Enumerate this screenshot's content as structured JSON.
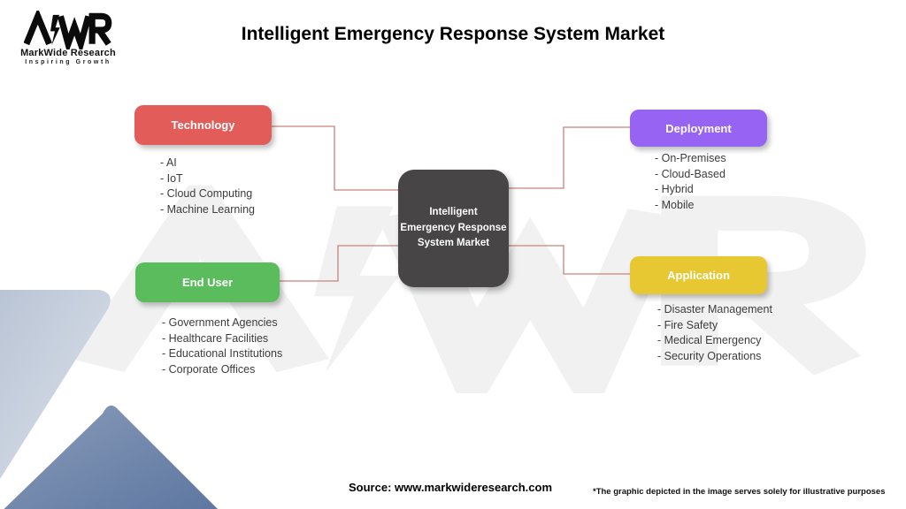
{
  "header": {
    "title": "Intelligent Emergency Response System Market",
    "logo": {
      "monogram": "MWR",
      "name": "MarkWide Research",
      "tagline": "Inspiring Growth"
    }
  },
  "diagram": {
    "center": {
      "label": "Intelligent Emergency Response System Market",
      "label_lines": [
        "Intelligent",
        "Emergency Response",
        "System Market"
      ],
      "color": "#474545",
      "text_color": "#ffffff"
    },
    "connector_color": "#C9827E",
    "branches": [
      {
        "id": "technology",
        "label": "Technology",
        "color": "#E25C5A",
        "items": [
          "- AI",
          "- IoT",
          "- Cloud Computing",
          "- Machine Learning"
        ]
      },
      {
        "id": "deployment",
        "label": "Deployment",
        "color": "#9763F3",
        "items": [
          "- On-Premises",
          "- Cloud-Based",
          "- Hybrid",
          "- Mobile"
        ]
      },
      {
        "id": "end-user",
        "label": "End User",
        "color": "#5BBC5D",
        "items": [
          "- Government Agencies",
          "- Healthcare Facilities",
          "- Educational Institutions",
          "- Corporate Offices"
        ]
      },
      {
        "id": "application",
        "label": "Application",
        "color": "#E7C832",
        "items": [
          "- Disaster Management",
          "- Fire Safety",
          "- Medical Emergency",
          "- Security Operations"
        ]
      }
    ]
  },
  "footer": {
    "source": "Source: www.markwideresearch.com",
    "disclaimer": "*The graphic depicted in the image serves solely for illustrative purposes"
  },
  "watermark_text": "MWR",
  "decor_colors": {
    "light_diamond": "#C6CFDC",
    "dark_diamond": "#62799F",
    "watermark_gray": "#F1F1F1"
  }
}
